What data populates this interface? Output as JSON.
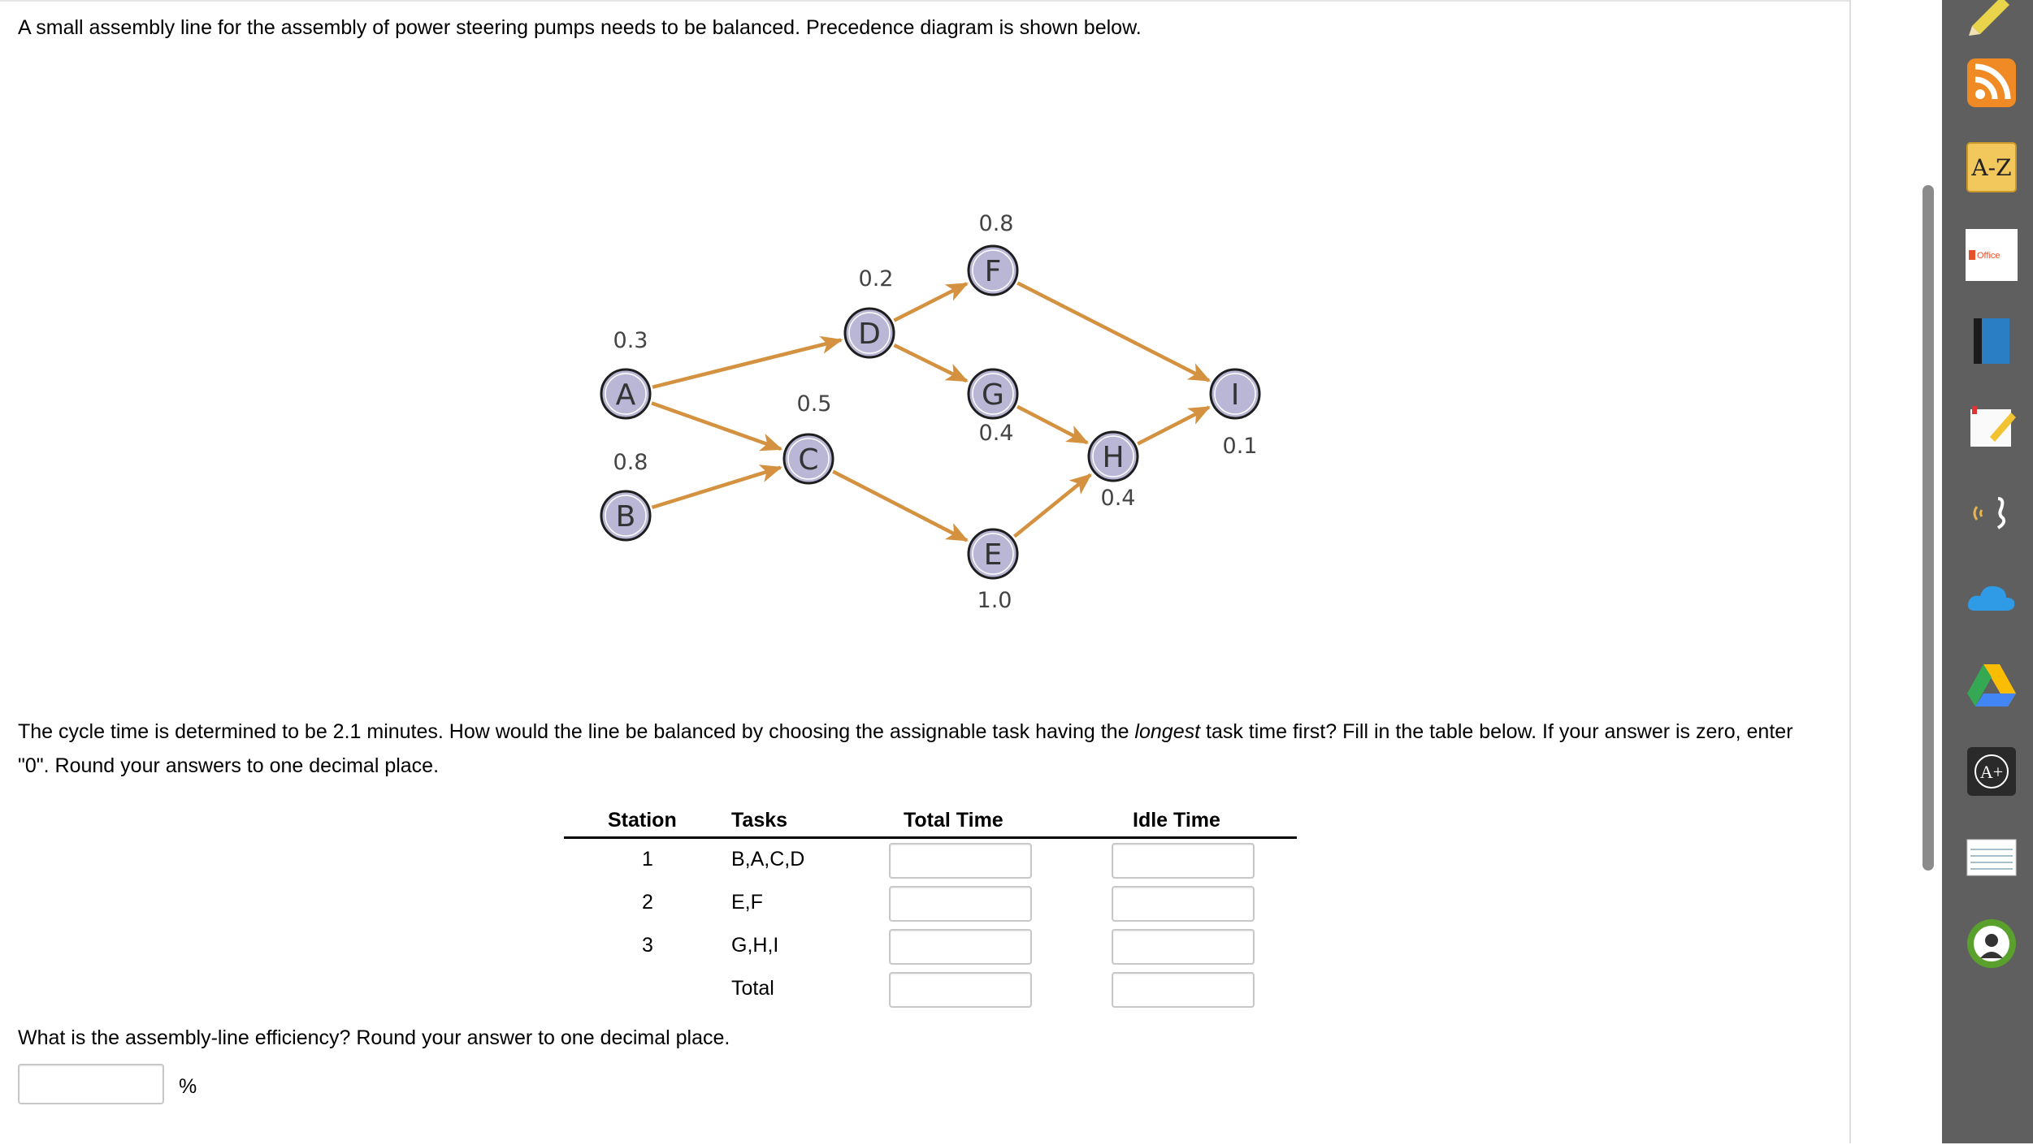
{
  "problem": {
    "intro": "A small assembly line for the assembly of power steering pumps needs to be balanced. Precedence diagram is shown below.",
    "question_part1": "The cycle time is determined to be 2.1 minutes. How would the line be balanced by choosing the assignable task having the ",
    "question_emph": "longest",
    "question_part2": " task time first? Fill in the table below. If your answer is zero, enter \"0\". Round your answers to one decimal place.",
    "efficiency_question": "What is the assembly-line efficiency? Round your answer to one decimal place.",
    "efficiency_unit": "%",
    "efficiency_value": ""
  },
  "diagram": {
    "nodes": [
      {
        "id": "A",
        "time": "0.3"
      },
      {
        "id": "B",
        "time": "0.8"
      },
      {
        "id": "C",
        "time": "0.5"
      },
      {
        "id": "D",
        "time": "0.2"
      },
      {
        "id": "E",
        "time": "1.0"
      },
      {
        "id": "F",
        "time": "0.8"
      },
      {
        "id": "G",
        "time": "0.4"
      },
      {
        "id": "H",
        "time": "0.4"
      },
      {
        "id": "I",
        "time": "0.1"
      }
    ],
    "edges": [
      [
        "A",
        "D"
      ],
      [
        "A",
        "C"
      ],
      [
        "B",
        "C"
      ],
      [
        "D",
        "F"
      ],
      [
        "D",
        "G"
      ],
      [
        "C",
        "E"
      ],
      [
        "F",
        "I"
      ],
      [
        "G",
        "H"
      ],
      [
        "E",
        "H"
      ],
      [
        "H",
        "I"
      ]
    ],
    "node_fill": "#b9b6d6",
    "arrow_color": "#d4913f"
  },
  "table": {
    "headers": [
      "Station",
      "Tasks",
      "Total Time",
      "Idle Time"
    ],
    "rows": [
      {
        "station": "1",
        "tasks": "B,A,C,D",
        "total": "",
        "idle": ""
      },
      {
        "station": "2",
        "tasks": "E,F",
        "total": "",
        "idle": ""
      },
      {
        "station": "3",
        "tasks": "G,H,I",
        "total": "",
        "idle": ""
      },
      {
        "station": "",
        "tasks": "Total",
        "total": "",
        "idle": ""
      }
    ]
  },
  "sidebar": {
    "icons": [
      "pencil-icon",
      "rss-icon",
      "a-z-icon",
      "office-icon",
      "book-icon",
      "notepad-icon",
      "speech-icon",
      "cloud-icon",
      "drive-icon",
      "grade-icon",
      "flashcards-icon",
      "profile-icon"
    ],
    "az_label": "A-Z",
    "office_label": "Office",
    "grade_label": "A+"
  }
}
